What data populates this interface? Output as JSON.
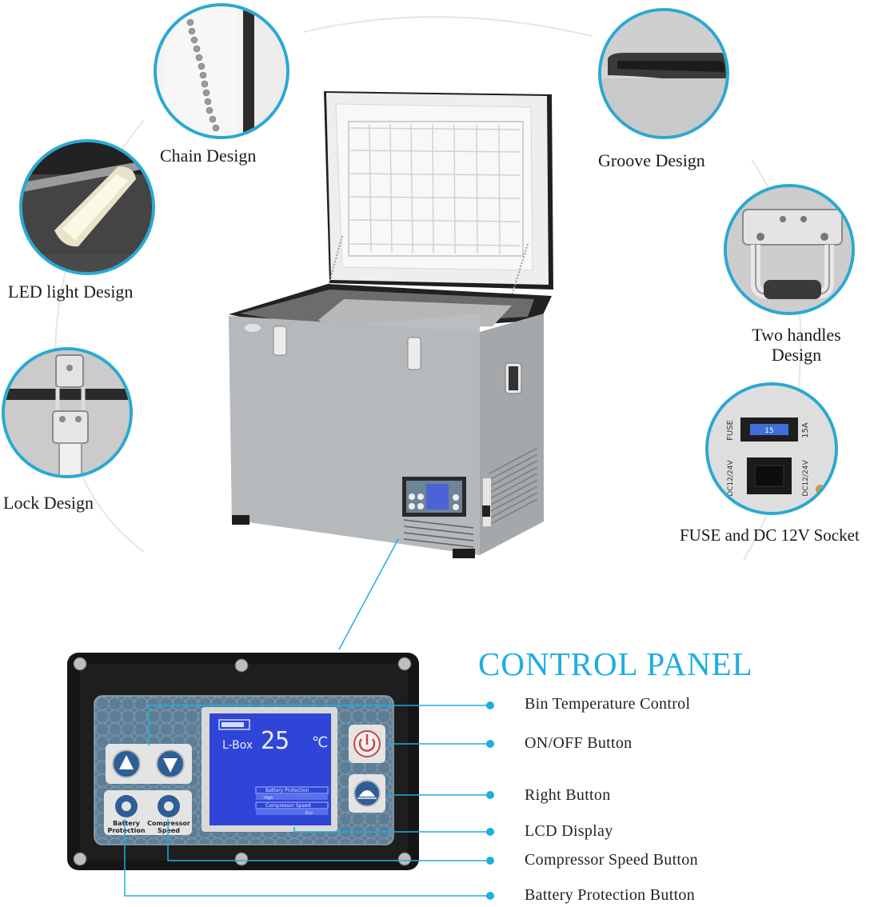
{
  "features": {
    "chain": "Chain Design",
    "groove": "Groove Design",
    "led": "LED light Design",
    "handles_line1": "Two handles",
    "handles_line2": "Design",
    "lock": "Lock Design",
    "fuse": "FUSE and DC 12V Socket"
  },
  "fuse_detail": {
    "fuse_text": "FUSE",
    "fuse_value": "15",
    "amp": "15A",
    "dc_left": "DC12/24V",
    "dc_right": "DC12/24V"
  },
  "control_panel": {
    "title": "CONTROL PANEL",
    "labels": [
      "Bin Temperature Control",
      "ON/OFF Button",
      "Right Button",
      "LCD Display",
      "Compressor Speed Button",
      "Battery Protection Button"
    ],
    "lcd": {
      "mode": "L-Box",
      "temp": "25",
      "unit": "℃",
      "row1": "Battery  Protection",
      "row1_value": "High",
      "row2": "Compressor  Speed",
      "row2_value": "Eco"
    },
    "button_labels": {
      "battery_line1": "Battery",
      "battery_line2": "Protection",
      "compressor_line1": "Compressor",
      "compressor_line2": "Speed"
    }
  },
  "colors": {
    "accent": "#1eaee0",
    "lcd_blue": "#2f45d8",
    "body_grey": "#b9bcbf"
  }
}
